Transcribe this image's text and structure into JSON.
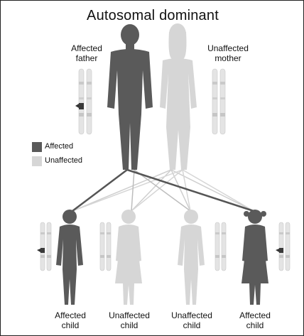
{
  "title": "Autosomal dominant",
  "legend": {
    "affected_label": "Affected",
    "unaffected_label": "Unaffected"
  },
  "parents": {
    "father_label": "Affected father",
    "mother_label": "Unaffected mother"
  },
  "children": [
    {
      "label": "Affected child"
    },
    {
      "label": "Unaffected child"
    },
    {
      "label": "Unaffected child"
    },
    {
      "label": "Affected child"
    }
  ],
  "colors": {
    "affected": "#5a5a5a",
    "unaffected": "#d6d6d6",
    "chromosome": "#e2e2e2",
    "chromosome_band": "#bdbdbd",
    "affected_line": "#555555",
    "unaffected_line": "#cccccc"
  }
}
